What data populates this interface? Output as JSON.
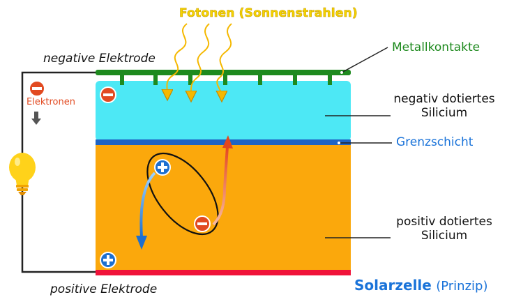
{
  "labels": {
    "photons": "Fotonen (Sonnenstrahlen)",
    "negative_electrode": "negative Elektrode",
    "positive_electrode": "positive Elektrode",
    "metal_contacts": "Metallkontakte",
    "n_silicon_line1": "negativ dotiertes",
    "n_silicon_line2": "Silicium",
    "junction": "Grenzschicht",
    "p_silicon_line1": "positiv dotiertes",
    "p_silicon_line2": "Silicium",
    "electrons": "Elektronen",
    "title_main": "Solarzelle",
    "title_sub": "(Prinzip)"
  },
  "symbols": {
    "minus": "−",
    "plus": "+"
  },
  "colors": {
    "n_layer": "#4de8f5",
    "p_layer": "#fba80c",
    "junction": "#1f64c4",
    "contacts": "#1e8a1e",
    "bottom_electrode": "#f0133a",
    "title_blue": "#1a73d9",
    "photon_yellow": "#f5d400",
    "electron_red": "#e24a21",
    "hole_blue": "#1d6fd0",
    "bulb_yellow": "#ffd21a"
  },
  "icons": [
    "lightbulb-icon",
    "down-arrow-icon",
    "photon-wave-icon",
    "minus-charge-icon",
    "plus-charge-icon"
  ]
}
